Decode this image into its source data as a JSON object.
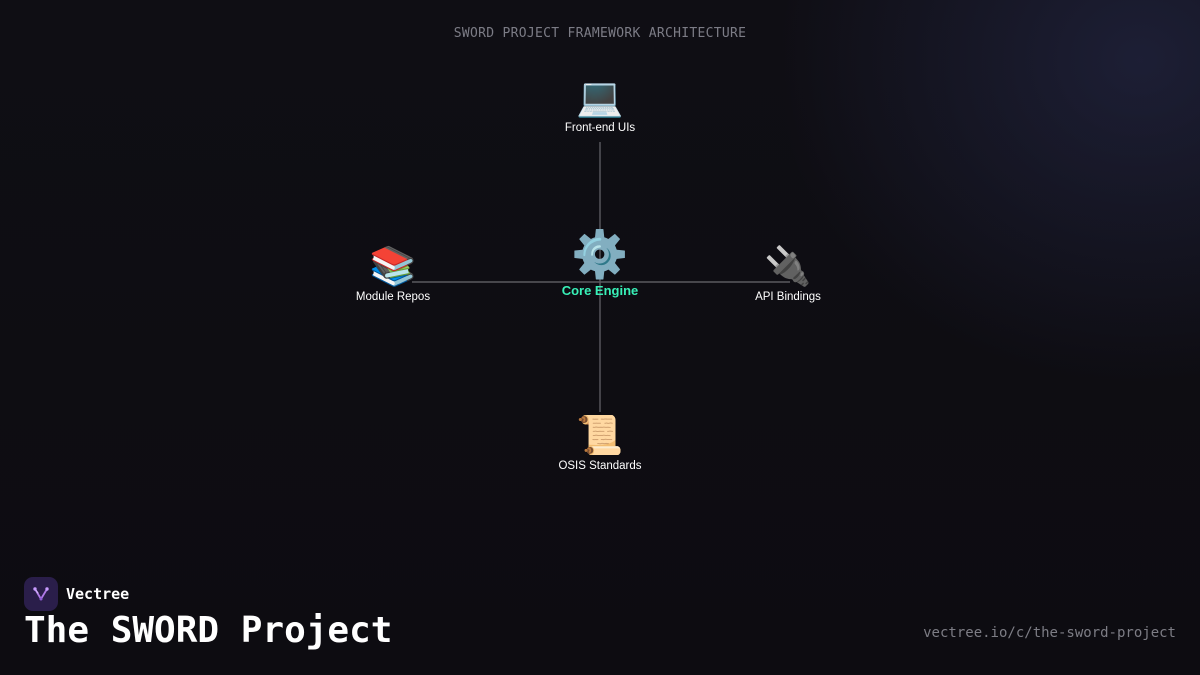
{
  "diagram": {
    "title": "SWORD PROJECT FRAMEWORK ARCHITECTURE",
    "nodes": {
      "frontend": {
        "label": "Front-end UIs",
        "icon": "laptop-icon",
        "glyph": "💻"
      },
      "modules": {
        "label": "Module Repos",
        "icon": "books-icon",
        "glyph": "📚"
      },
      "core": {
        "label": "Core Engine",
        "icon": "gear-icon",
        "glyph": "⚙️"
      },
      "api": {
        "label": "API Bindings",
        "icon": "plug-icon",
        "glyph": "🔌"
      },
      "osis": {
        "label": "OSIS Standards",
        "icon": "scroll-icon",
        "glyph": "📜"
      }
    },
    "edges": [
      {
        "from": "core",
        "to": "frontend"
      },
      {
        "from": "core",
        "to": "modules"
      },
      {
        "from": "core",
        "to": "api"
      },
      {
        "from": "core",
        "to": "osis"
      }
    ]
  },
  "brand": {
    "name": "Vectree",
    "logo_icon": "vectree-logo-icon"
  },
  "footer": {
    "title": "The SWORD Project",
    "url": "vectree.io/c/the-sword-project"
  },
  "colors": {
    "background": "#0e0d12",
    "core_label": "#38f0b8",
    "edge": "#5a5a60",
    "muted_text": "#7c7c86",
    "logo_bg": "#2a1e4a",
    "logo_accent": "#b07ae8"
  }
}
